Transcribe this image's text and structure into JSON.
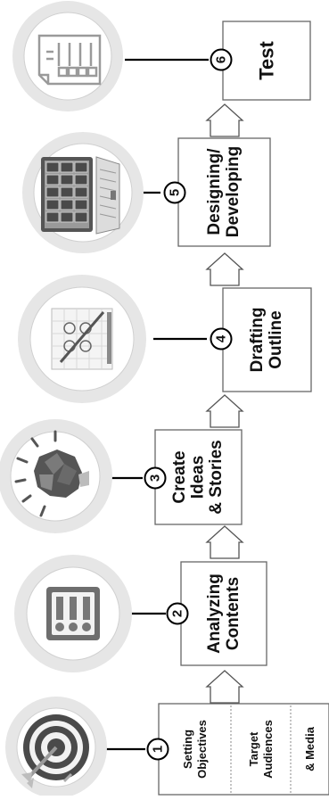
{
  "steps": [
    {
      "number": "1",
      "title_lines": [],
      "sub": [
        {
          "lines": [
            "Setting",
            "Objectives"
          ]
        },
        {
          "lines": [
            "Target",
            "Audiences"
          ]
        },
        {
          "lines": [
            "& Media"
          ]
        }
      ],
      "icon": "target-dart-icon"
    },
    {
      "number": "2",
      "title_lines": [
        "Analyzing",
        "Contents"
      ],
      "icon": "checklist-board-icon"
    },
    {
      "number": "3",
      "title_lines": [
        "Create",
        "Ideas",
        "& Stories"
      ],
      "icon": "lightbulb-idea-icon"
    },
    {
      "number": "4",
      "title_lines": [
        "Drafting",
        "Outline"
      ],
      "icon": "blueprint-drafting-icon"
    },
    {
      "number": "5",
      "title_lines": [
        "Designing/",
        "Developing"
      ],
      "icon": "computer-design-icon"
    },
    {
      "number": "6",
      "title_lines": [
        "Test"
      ],
      "icon": "test-document-icon"
    }
  ],
  "colors": {
    "circle_outer": "#e4e4e4",
    "circle_inner": "#bdbdbd",
    "icon_dark": "#6b6b6b",
    "box_border": "#555555",
    "connector": "#000000"
  }
}
